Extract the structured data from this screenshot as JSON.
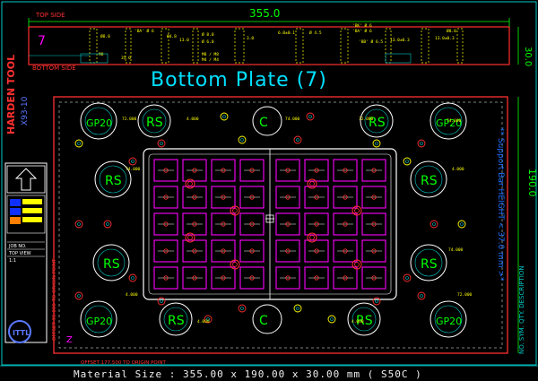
{
  "drawing": {
    "title": "Bottom Plate (7)",
    "top_side_label": "TOP SIDE",
    "bottom_side_label": "BOTTOM SIDE",
    "plate_number": "7",
    "overall_length": "355.0",
    "overall_width": "190.0",
    "thickness": "30.0",
    "side_note": "HARDEN TOOL",
    "side_code": "X93-10",
    "material_size": "Material Size :  355.00 x 190.00 x 30.00 mm ( S50C )",
    "support_bar_note": "** Support Bar HEIGHT < 37.0 mm >*",
    "offset_vertical": "OFFSET 95.000 TO ORIGIN POINT",
    "offset_horizontal": "OFFSET 177.500 TO ORIGIN POINT",
    "column_headers": "NO. SYM. QTY. DESCRIPTION",
    "corner_mark": "Z",
    "title_block": {
      "job_no_label": "JOB NO.",
      "view_label": "TOP VIEW",
      "scale_label": "1:1"
    },
    "hole_labels": {
      "rs": "RS",
      "gp": "GP",
      "gp_diameter": "20",
      "c": "C"
    },
    "colors": {
      "background": "#000000",
      "frame": "#00c8c8",
      "outline": "#ffffff",
      "title": "#00e0ff",
      "dimension": "#ffff00",
      "accent": "#ff3030",
      "cavity": "#ff00ff",
      "holes": "#00ff00",
      "material_text": "#f0f0f0"
    }
  }
}
